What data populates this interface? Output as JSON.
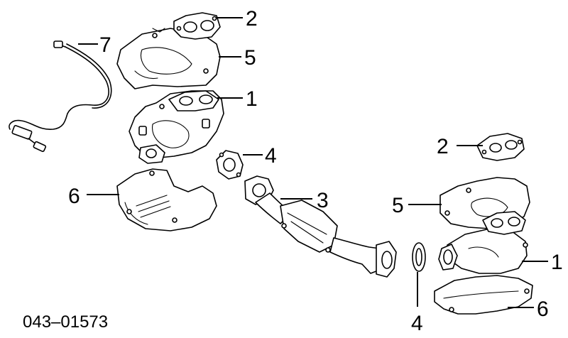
{
  "diagram": {
    "part_number": "043–01573",
    "callouts": [
      {
        "id": "c2-top",
        "label": "2"
      },
      {
        "id": "c7",
        "label": "7"
      },
      {
        "id": "c5-top",
        "label": "5"
      },
      {
        "id": "c1-top",
        "label": "1"
      },
      {
        "id": "c4-mid",
        "label": "4"
      },
      {
        "id": "c2-right",
        "label": "2"
      },
      {
        "id": "c6-left",
        "label": "6"
      },
      {
        "id": "c3",
        "label": "3"
      },
      {
        "id": "c5-right",
        "label": "5"
      },
      {
        "id": "c1-right",
        "label": "1"
      },
      {
        "id": "c4-bottom",
        "label": "4"
      },
      {
        "id": "c6-right",
        "label": "6"
      }
    ]
  }
}
